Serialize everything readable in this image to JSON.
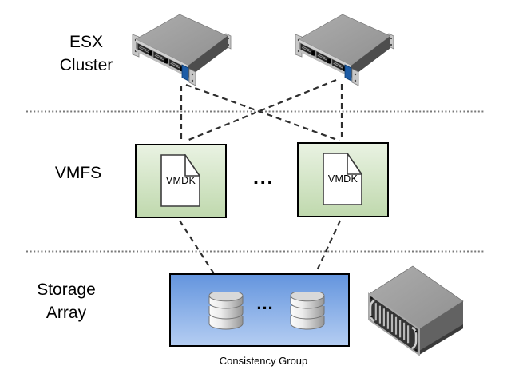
{
  "labels": {
    "esx_cluster": "ESX\nCluster",
    "vmfs": "VMFS",
    "storage_array": "Storage\nArray",
    "vmdk": "VMDK",
    "ellipsis": "...",
    "consistency_group": "Consistency Group"
  },
  "colors": {
    "text": "#000000",
    "box_border": "#000000",
    "vmfs_box_top": "#e9f2e2",
    "vmfs_box_bottom": "#c0d9ae",
    "storage_box_top": "#6495de",
    "storage_box_bottom": "#b4cdf2",
    "line": "#2e2e2e",
    "separator": "#7a7a7a",
    "server_accent_blue": "#1d5ca6"
  },
  "icons": {
    "esx_host": "rack-server-icon",
    "vmdk_file": "document-icon",
    "lun_disk": "database-cylinder-icon",
    "storage_array": "storage-chassis-icon"
  }
}
